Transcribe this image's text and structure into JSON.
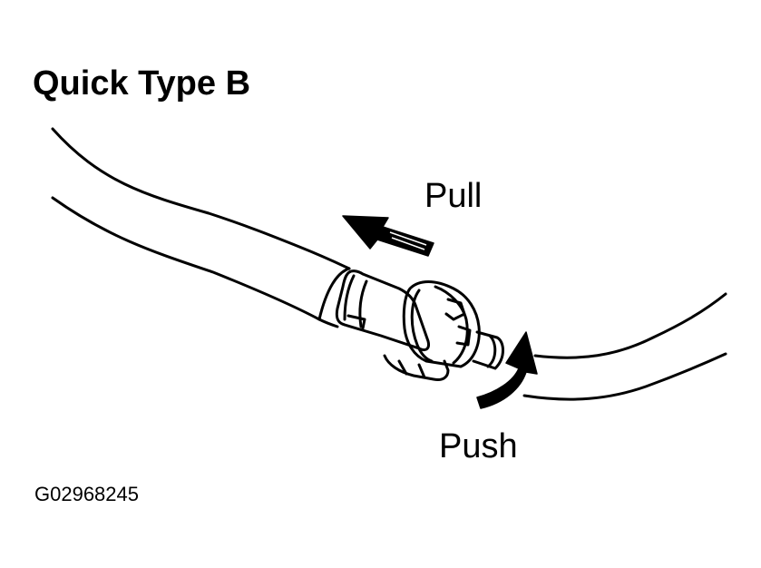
{
  "diagram": {
    "title": "Quick Type B",
    "labels": {
      "pull": "Pull",
      "push": "Push"
    },
    "figure_code": "G02968245",
    "colors": {
      "line": "#000000",
      "background": "#ffffff"
    },
    "icons": {
      "pull_arrow": "straight-arrow-left-up",
      "push_arrow": "curved-arrow-up"
    }
  }
}
